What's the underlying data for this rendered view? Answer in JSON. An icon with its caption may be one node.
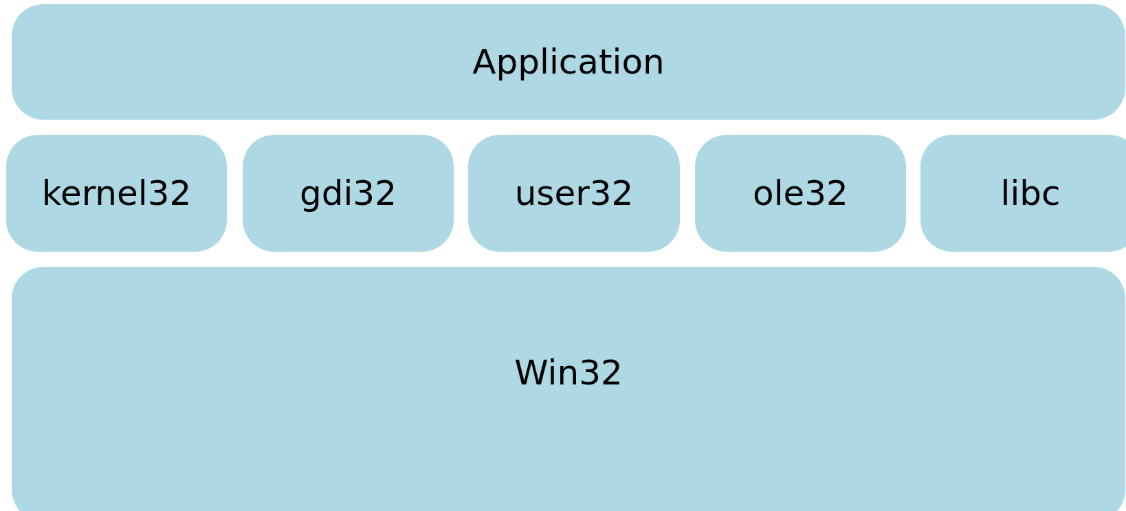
{
  "diagram": {
    "nodes": [
      {
        "text": [
          "Application"
        ]
      },
      {
        "text": [
          "kernel32"
        ]
      },
      {
        "text": [
          "gdi32"
        ]
      },
      {
        "text": [
          "user32"
        ]
      },
      {
        "text": [
          "ole32"
        ]
      },
      {
        "text": [
          "libc"
        ]
      },
      {
        "text": [
          "Win32"
        ]
      }
    ]
  }
}
